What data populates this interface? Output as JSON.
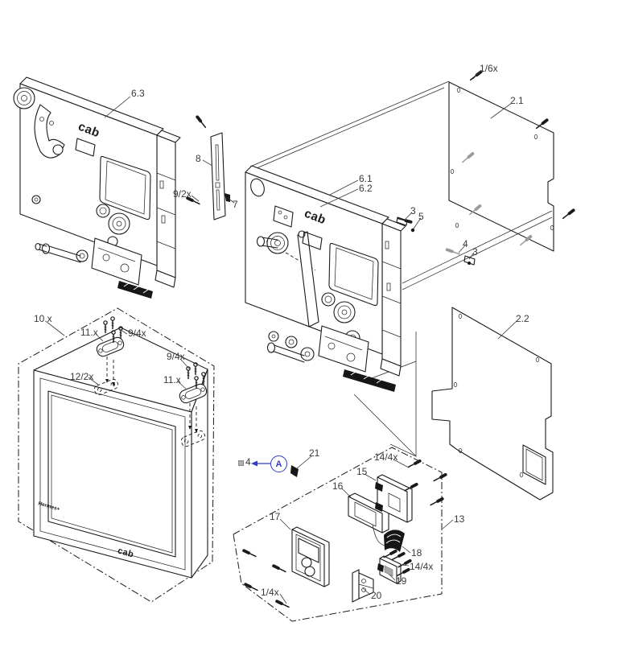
{
  "figure": {
    "kind": "exploded-parts-diagram",
    "colors": {
      "line": "#1a1a1a",
      "accent_blue": "#2f3cc1",
      "screw_gray": "#9a9a9a",
      "label_text": "#3a3a3a"
    }
  },
  "logos": {
    "printer_left": "cab",
    "printer_center": "cab",
    "monitor": "cab",
    "monitor_model": "Hermes+"
  },
  "view_ref": {
    "letter": "A",
    "target": "4"
  },
  "callouts": {
    "n1_6x": "1/6x",
    "n2_1": "2.1",
    "n6_3": "6.3",
    "n8": "8",
    "n9_2x": "9/2x",
    "n7": "7",
    "n6_1": "6.1",
    "n6_2": "6.2",
    "n3_a": "3",
    "n5": "5",
    "n4_a": "4",
    "n3_b": "3",
    "n2_2": "2.2",
    "n10_x": "10.x",
    "n11_x_a": "11.x",
    "n9_4x_a": "9/4x",
    "n12_2x": "12/2x",
    "n9_4x_b": "9/4x",
    "n11_x_b": "11.x",
    "n21": "21",
    "n14_4x_a": "14/4x",
    "n15": "15",
    "n16": "16",
    "n17": "17",
    "n13": "13",
    "n18": "18",
    "n14_4x_b": "14/4x",
    "n19": "19",
    "n20": "20",
    "n1_4x": "1/4x"
  }
}
